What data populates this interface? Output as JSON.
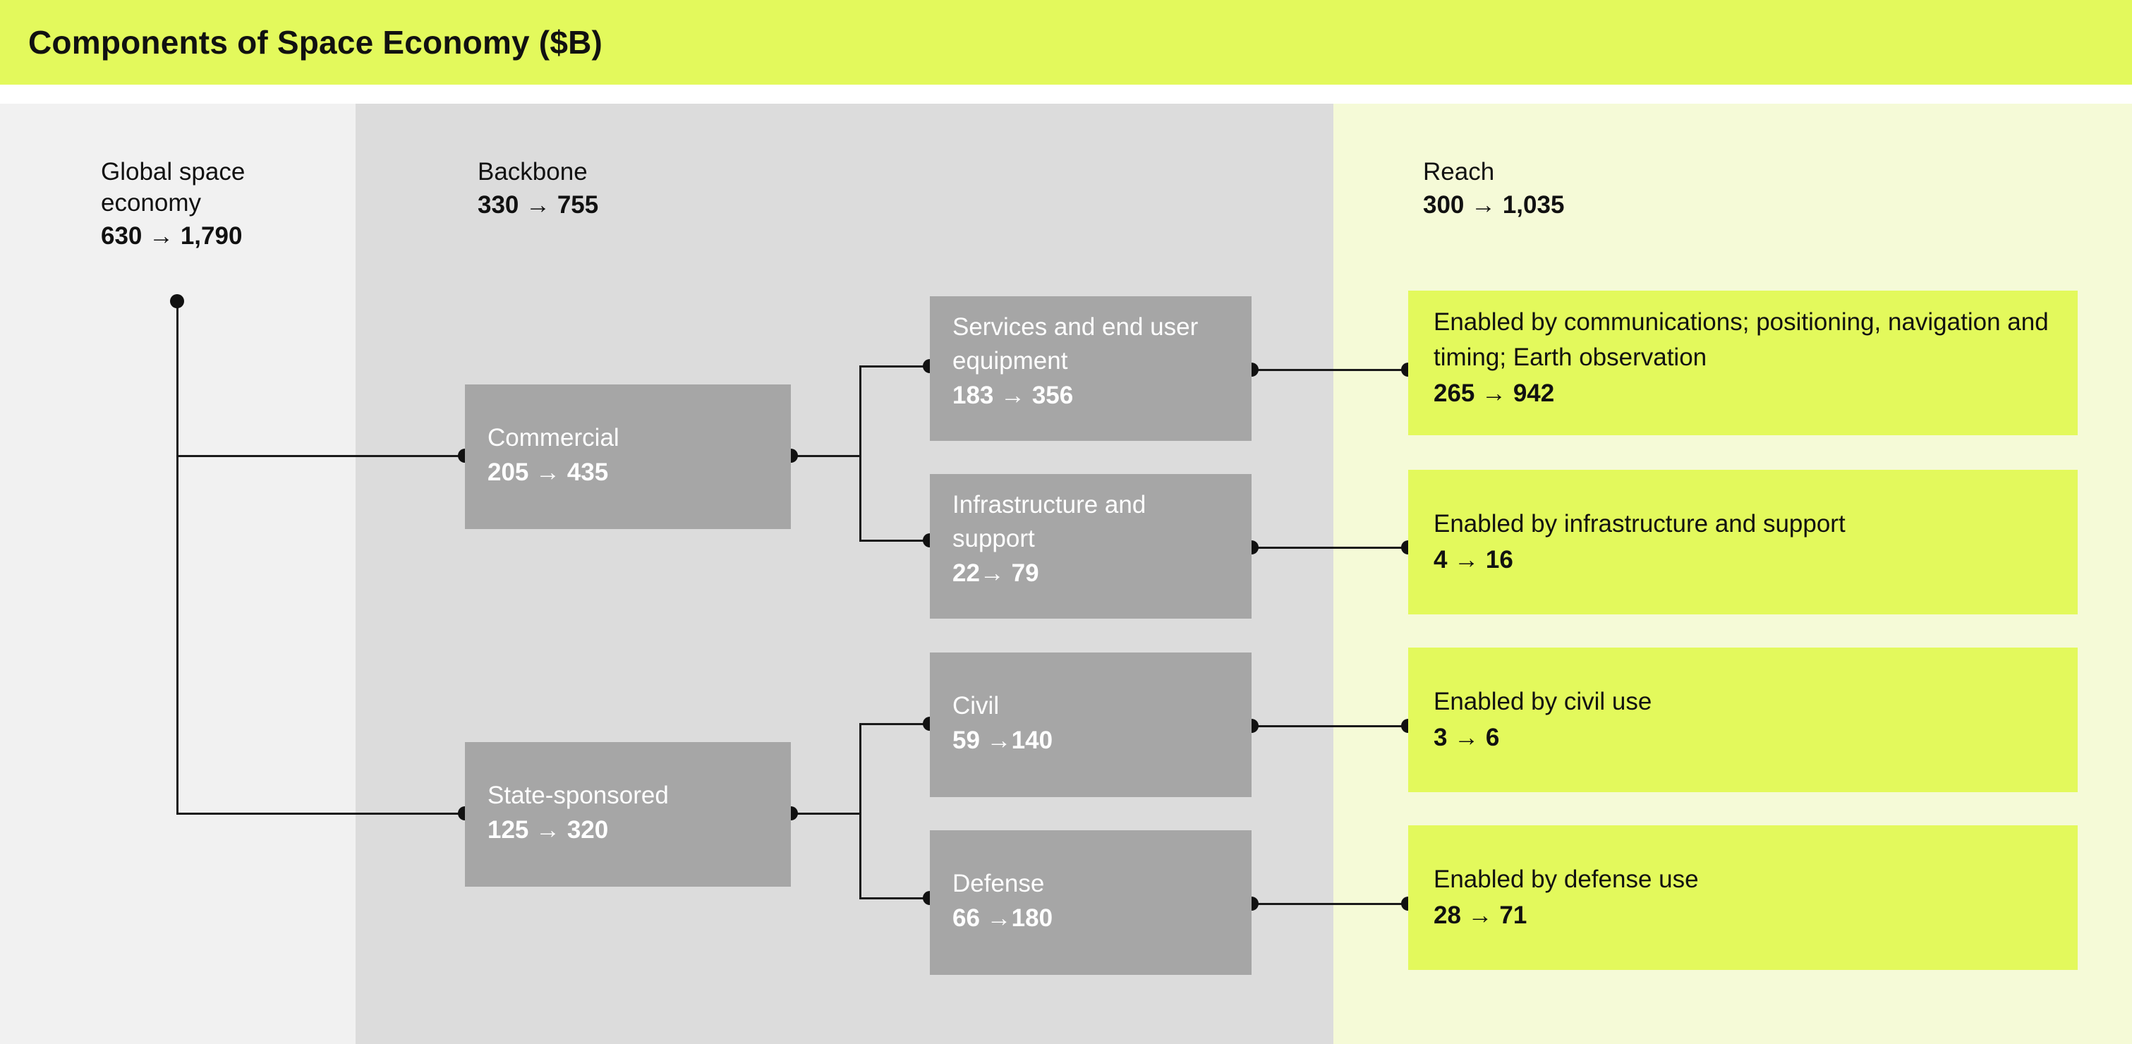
{
  "banner": {
    "title": "Components of Space Economy ($B)"
  },
  "columns": {
    "global": {
      "title": "Global space\neconomy",
      "value": "630 → 1,790"
    },
    "backbone": {
      "title": "Backbone",
      "value": "330 → 755"
    },
    "reach": {
      "title": "Reach",
      "value": "300 → 1,035"
    }
  },
  "nodes": {
    "commercial": {
      "label": "Commercial",
      "value": "205 → 435"
    },
    "state": {
      "label": "State-sponsored",
      "value": "125 → 320"
    },
    "services": {
      "label": "Services and end user equipment",
      "value": "183 → 356"
    },
    "infrastructure": {
      "label": "Infrastructure and support",
      "value": "22→ 79"
    },
    "civil": {
      "label": "Civil",
      "value": "59 →140"
    },
    "defense": {
      "label": "Defense",
      "value": "66 →180"
    }
  },
  "reach_boxes": {
    "communications": {
      "label": "Enabled by communications; positioning, navigation and timing; Earth observation",
      "value": "265 → 942"
    },
    "infrastructure": {
      "label": "Enabled by infrastructure and support",
      "value": "4 → 16"
    },
    "civil": {
      "label": "Enabled by civil use",
      "value": "3 → 6"
    },
    "defense": {
      "label": "Enabled by defense use",
      "value": "28 → 71"
    }
  },
  "colors": {
    "banner_yellow": "#e3f95c",
    "band_left_gray": "#f1f1f1",
    "band_mid_gray": "#dcdcdc",
    "band_right_yellow": "#f5fad7",
    "node_gray": "#a6a6a6",
    "reach_yellow": "#e3f95c",
    "connector_black": "#111111"
  },
  "chart_data": {
    "type": "diagram",
    "title": "Components of Space Economy ($B)",
    "notation": "current → projected",
    "root": {
      "name": "Global space economy",
      "from": 630,
      "to": 1790
    },
    "groups": [
      {
        "name": "Backbone",
        "from": 330,
        "to": 755
      },
      {
        "name": "Reach",
        "from": 300,
        "to": 1035
      }
    ],
    "branches": [
      {
        "name": "Commercial",
        "from": 205,
        "to": 435,
        "children": [
          {
            "name": "Services and end user equipment",
            "from": 183,
            "to": 356,
            "reach": {
              "name": "Enabled by communications; positioning, navigation and timing; Earth observation",
              "from": 265,
              "to": 942
            }
          },
          {
            "name": "Infrastructure and support",
            "from": 22,
            "to": 79,
            "reach": {
              "name": "Enabled by infrastructure and support",
              "from": 4,
              "to": 16
            }
          }
        ]
      },
      {
        "name": "State-sponsored",
        "from": 125,
        "to": 320,
        "children": [
          {
            "name": "Civil",
            "from": 59,
            "to": 140,
            "reach": {
              "name": "Enabled by civil use",
              "from": 3,
              "to": 6
            }
          },
          {
            "name": "Defense",
            "from": 66,
            "to": 180,
            "reach": {
              "name": "Enabled by defense use",
              "from": 28,
              "to": 71
            }
          }
        ]
      }
    ]
  }
}
